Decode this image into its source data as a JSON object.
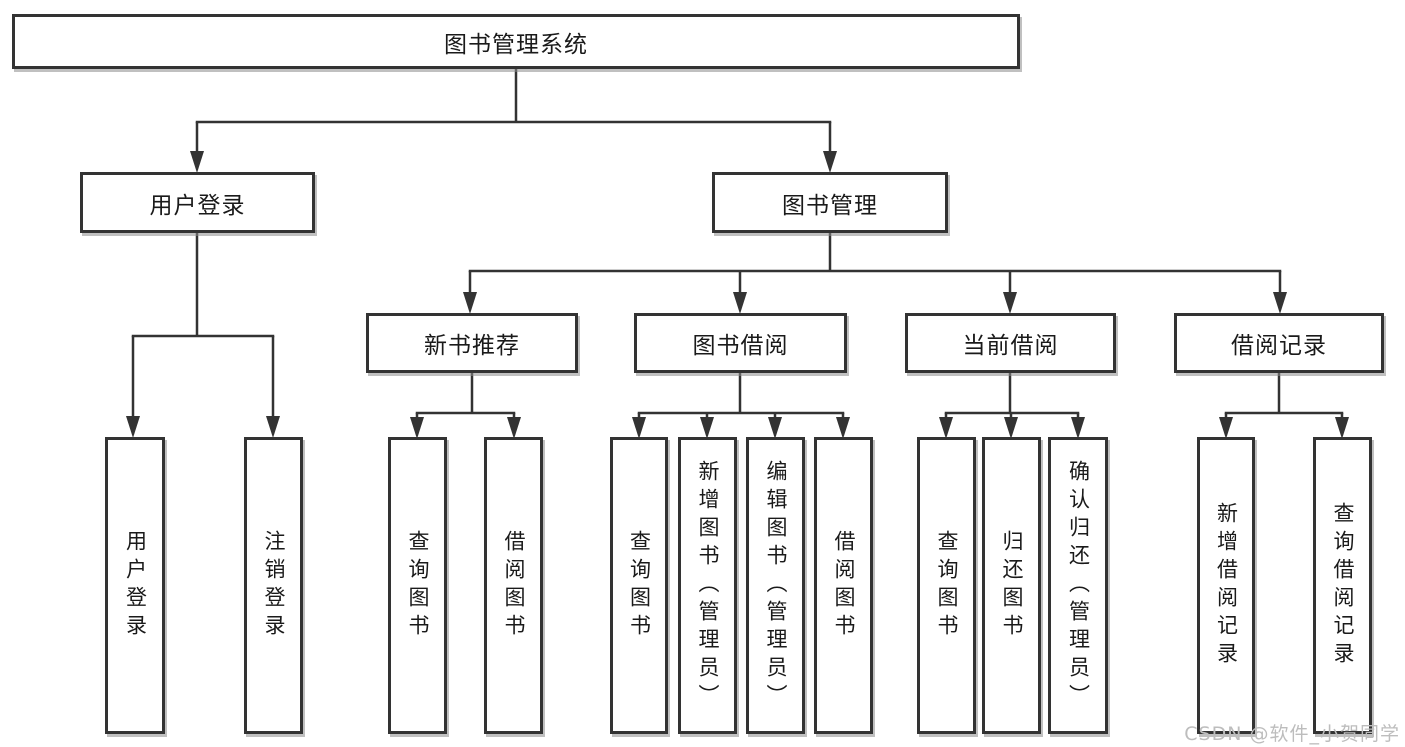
{
  "diagram": {
    "colors": {
      "line": "#333333",
      "box_border": "#333333",
      "text": "#1a1a1a",
      "background": "#ffffff",
      "watermark": "#bdbdbd"
    },
    "tree": {
      "root": {
        "label": "图书管理系统"
      },
      "children": [
        {
          "label": "用户登录",
          "children": [
            {
              "label": "用户登录"
            },
            {
              "label": "注销登录"
            }
          ]
        },
        {
          "label": "图书管理",
          "children": [
            {
              "label": "新书推荐",
              "children": [
                {
                  "label": "查询图书"
                },
                {
                  "label": "借阅图书"
                }
              ]
            },
            {
              "label": "图书借阅",
              "children": [
                {
                  "label": "查询图书"
                },
                {
                  "label": "新增图书（管理员）"
                },
                {
                  "label": "编辑图书（管理员）"
                },
                {
                  "label": "借阅图书"
                }
              ]
            },
            {
              "label": "当前借阅",
              "children": [
                {
                  "label": "查询图书"
                },
                {
                  "label": "归还图书"
                },
                {
                  "label": "确认归还（管理员）"
                }
              ]
            },
            {
              "label": "借阅记录",
              "children": [
                {
                  "label": "新增借阅记录"
                },
                {
                  "label": "查询借阅记录"
                }
              ]
            }
          ]
        }
      ]
    },
    "watermark": {
      "text": "CSDN @软件_小贺同学"
    }
  }
}
